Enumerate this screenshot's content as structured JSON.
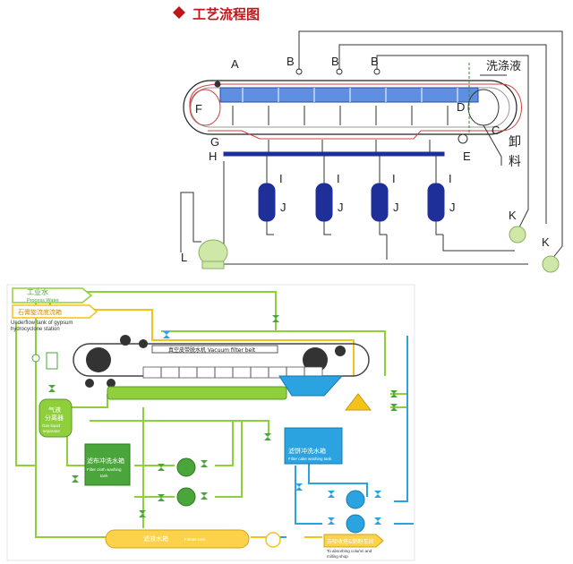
{
  "header": {
    "title": "工艺流程图",
    "title_color": "#c0161b"
  },
  "top_diagram": {
    "labels": {
      "A": "A",
      "B1": "B",
      "B2": "B",
      "B3": "B",
      "C": "C",
      "D": "D",
      "E": "E",
      "F": "F",
      "G": "G",
      "H": "H",
      "I1": "I",
      "I2": "I",
      "I3": "I",
      "I4": "I",
      "J1": "J",
      "J2": "J",
      "J3": "J",
      "J4": "J",
      "K1": "K",
      "K2": "K",
      "L": "L"
    },
    "wash_liquid": "洗涤液",
    "discharge_1": "卸",
    "discharge_2": "料",
    "colors": {
      "vessel": "#1f2f99",
      "belt": "#5f8fe0",
      "pump": "#cfe8a8",
      "line_red": "#d04040"
    }
  },
  "bottom_diagram": {
    "process_water_cn": "工业水",
    "process_water_en": "Process Water",
    "underflow_cn": "石膏旋流底流箱",
    "underflow_en_1": "Underflow tank of gypsum",
    "underflow_en_2": "hydrocyclone station",
    "vacuum_belt": "真空皮带脱水机 Vacuum filter belt",
    "gas_sep_cn_1": "气液",
    "gas_sep_cn_2": "分离器",
    "gas_sep_en_1": "Gas liquid",
    "gas_sep_en_2": "separator",
    "cloth_tank_cn": "滤布冲洗水箱",
    "cloth_tank_en_1": "Filter cloth washing",
    "cloth_tank_en_2": "tank",
    "cake_tank_cn": "滤饼冲洗水箱",
    "cake_tank_en": "Filter cake washing tank",
    "filtrate_tank": "滤液水箱",
    "filtrate_en": "Filtrate tank",
    "absorb_cn": "去吸收塔&制粉车间",
    "absorb_en_1": "To absorbing column and",
    "absorb_en_2": "milling shop",
    "colors": {
      "green": "#8fcf3c",
      "yellow": "#f3c21b",
      "blue": "#2aa3e0",
      "tank_green": "#4aa53a"
    }
  }
}
